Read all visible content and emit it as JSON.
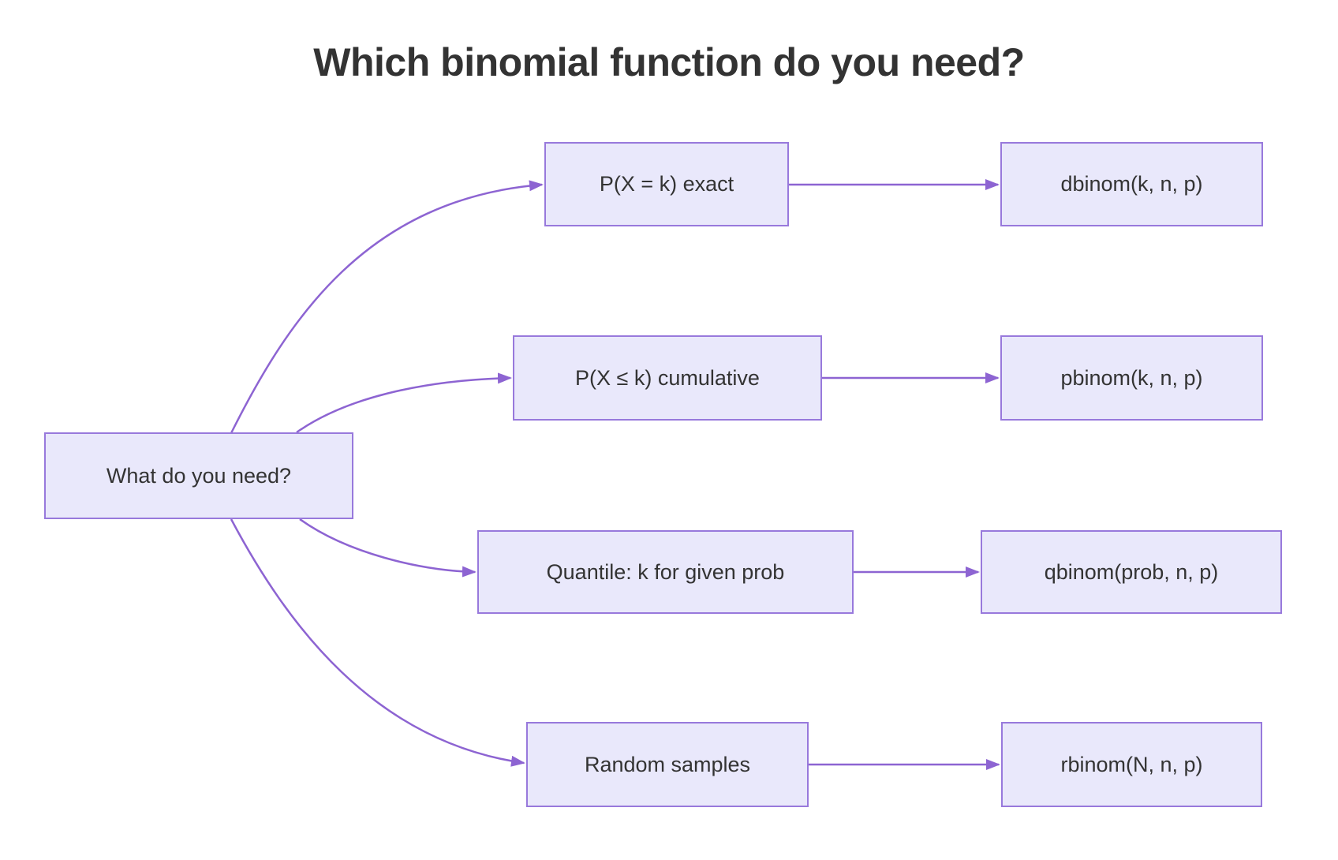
{
  "title": "Which binomial function do you need?",
  "colors": {
    "node_fill": "#E9E8FB",
    "node_border": "#9879DC",
    "edge": "#8D64D2",
    "title_text": "#333333",
    "node_text": "#333333",
    "page_bg": "#FFFFFF"
  },
  "diagram": {
    "type": "flowchart-left-to-right",
    "root": {
      "label": "What do you need?"
    },
    "branches": [
      {
        "need": "P(X = k) exact",
        "function": "dbinom(k, n, p)"
      },
      {
        "need": "P(X ≤ k) cumulative",
        "function": "pbinom(k, n, p)"
      },
      {
        "need": "Quantile: k for given prob",
        "function": "qbinom(prob, n, p)"
      },
      {
        "need": "Random samples",
        "function": "rbinom(N, n, p)"
      }
    ]
  }
}
